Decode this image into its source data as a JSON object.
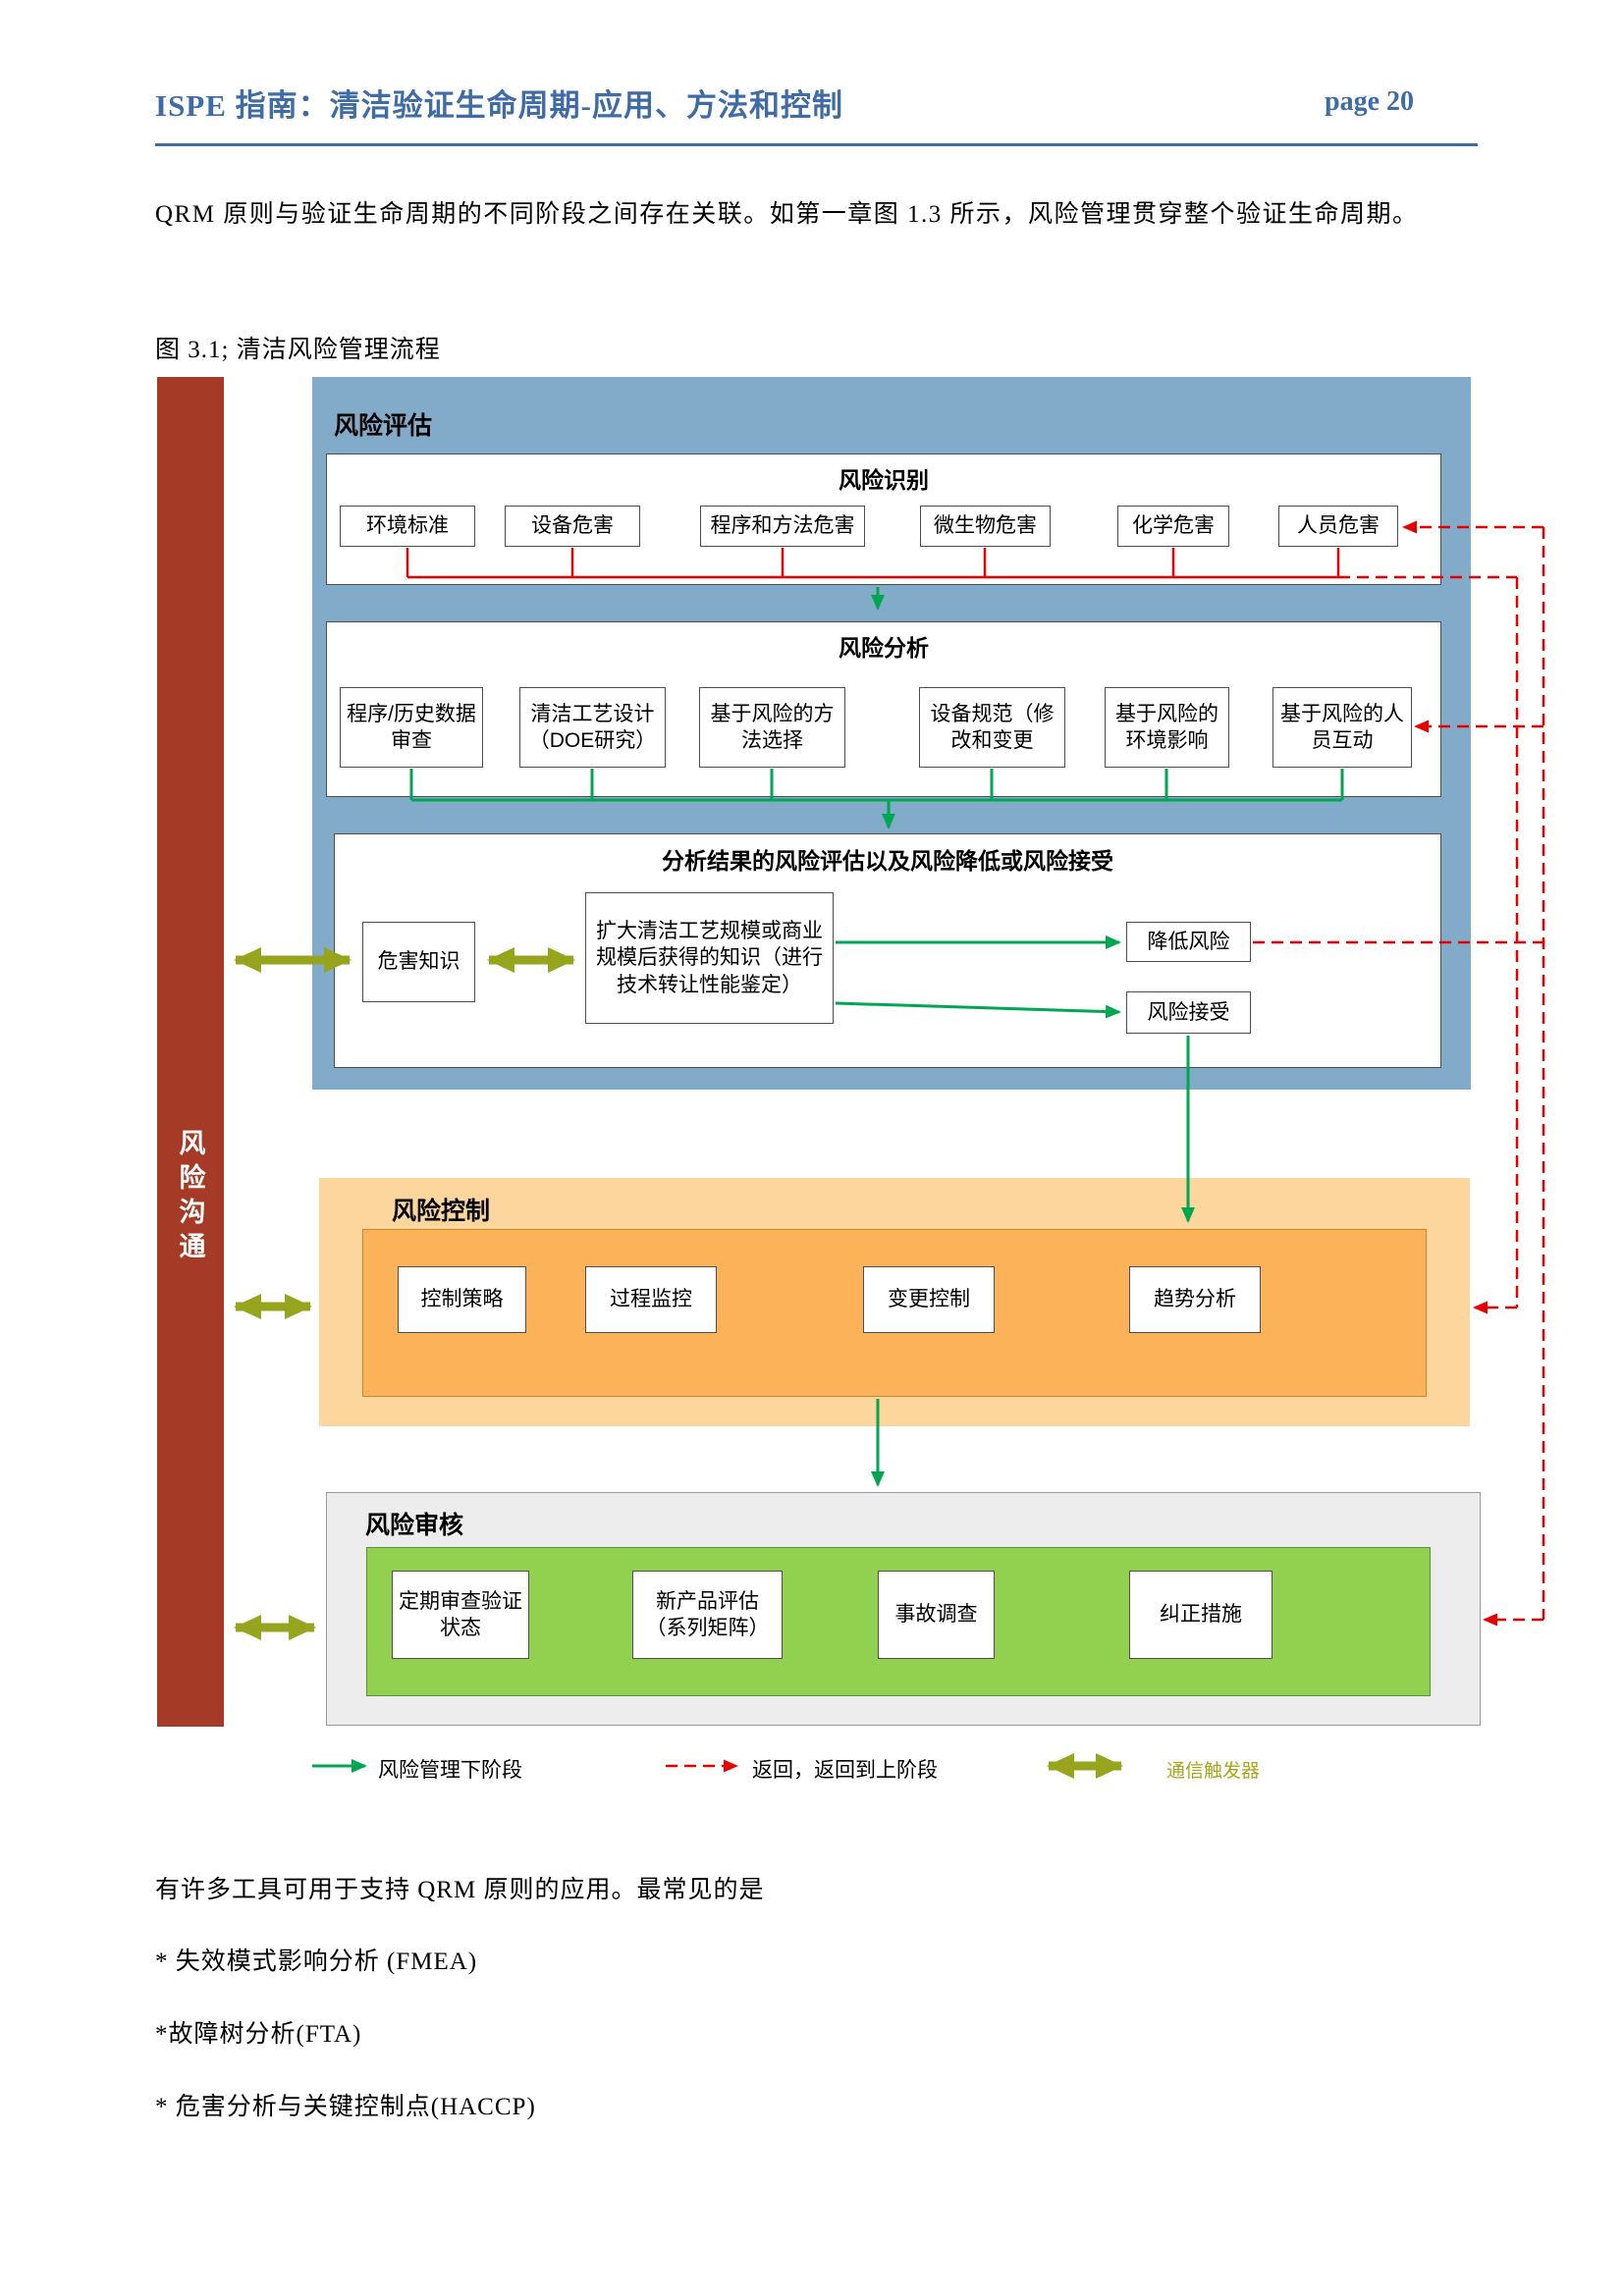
{
  "header": {
    "title": "ISPE 指南：清洁验证生命周期-应用、方法和控制",
    "page_label": "page 20"
  },
  "intro": {
    "paragraph": "QRM 原则与验证生命周期的不同阶段之间存在关联。如第一章图 1.3 所示，风险管理贯穿整个验证生命周期。",
    "figure_caption": "图 3.1; 清洁风险管理流程"
  },
  "diagram": {
    "communication_bar_label": "风险沟通",
    "assessment": {
      "label": "风险评估",
      "identification": {
        "title": "风险识别",
        "items": [
          "环境标准",
          "设备危害",
          "程序和方法危害",
          "微生物危害",
          "化学危害",
          "人员危害"
        ]
      },
      "analysis": {
        "title": "风险分析",
        "items": [
          "程序/历史数据审查",
          "清洁工艺设计（DOE研究）",
          "基于风险的方法选择",
          "设备规范（修改和变更",
          "基于风险的环境影响",
          "基于风险的人员互动"
        ]
      },
      "evaluation": {
        "title": "分析结果的风险评估以及风险降低或风险接受",
        "hazard_knowledge": "危害知识",
        "scale_up_knowledge": "扩大清洁工艺规模或商业规模后获得的知识（进行技术转让性能鉴定）",
        "risk_reduction": "降低风险",
        "risk_acceptance": "风险接受"
      }
    },
    "control": {
      "label": "风险控制",
      "items": [
        "控制策略",
        "过程监控",
        "变更控制",
        "趋势分析"
      ]
    },
    "review": {
      "label": "风险审核",
      "items": [
        "定期审查验证状态",
        "新产品评估（系列矩阵）",
        "事故调查",
        "纠正措施"
      ]
    },
    "legend": {
      "next_stage": "风险管理下阶段",
      "return_stage": "返回，返回到上阶段",
      "communication_trigger": "通信触发器"
    }
  },
  "tools_section": {
    "intro": "有许多工具可用于支持 QRM 原则的应用。最常见的是",
    "items": [
      "* 失效模式影响分析 (FMEA)",
      "*故障树分析(FTA)",
      "* 危害分析与关键控制点(HACCP)"
    ]
  },
  "colors": {
    "accent_blue": "#3f6ba6",
    "communication_bar_red": "#a53b27",
    "assessment_blue": "#82abca",
    "control_orange_outer": "#fdd69e",
    "control_orange_inner": "#fbb258",
    "review_green": "#92d050",
    "flow_green": "#00a651",
    "return_red": "#e80000",
    "communication_olive": "#97a41d"
  }
}
